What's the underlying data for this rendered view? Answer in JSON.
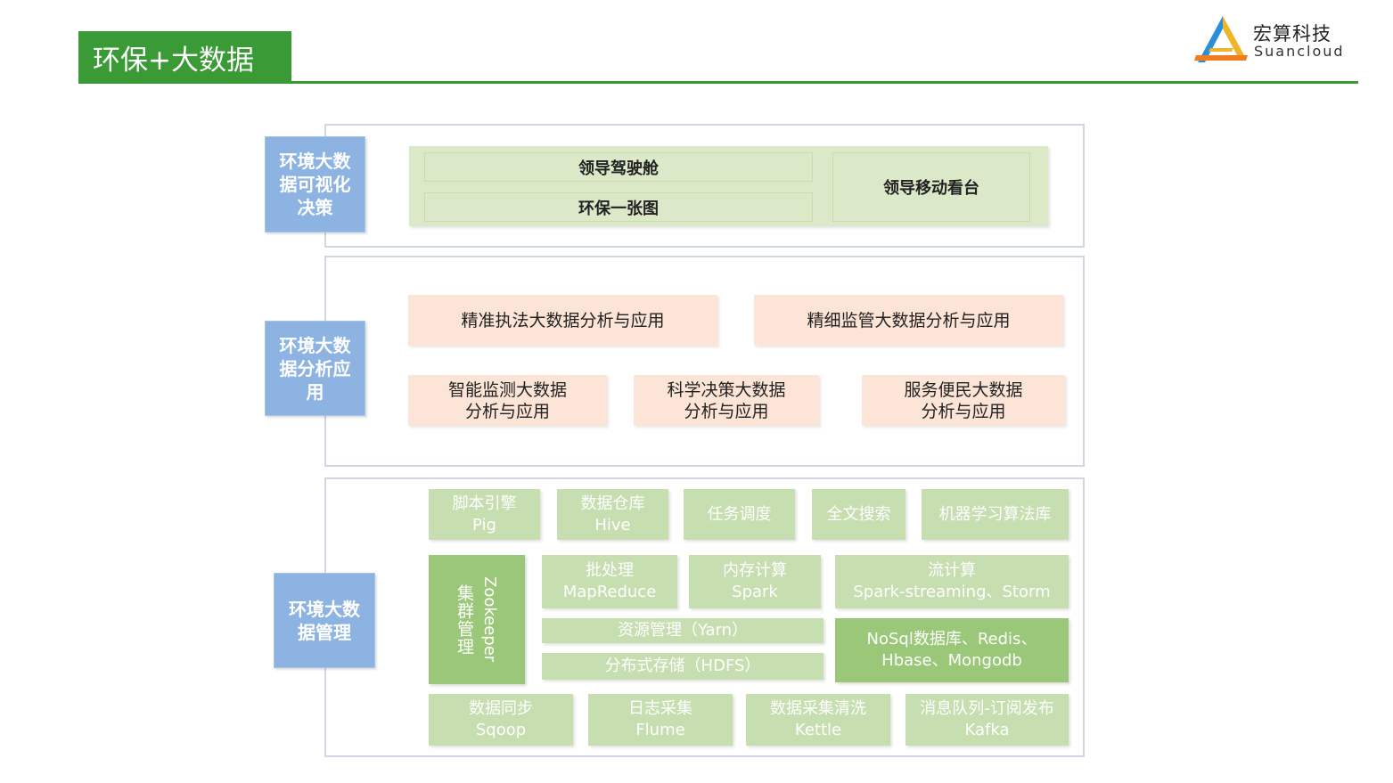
{
  "header": {
    "title": "环保+大数据",
    "logo_cn": "宏算科技",
    "logo_en": "Suancloud"
  },
  "colors": {
    "brand_green": "#3a9a35",
    "side_label_blue": "#8db3e2",
    "top_layer_green": "#dbe9c9",
    "analysis_peach": "#fce4d6",
    "platform_green_light": "#c6deb0",
    "platform_green_dark": "#9bc878"
  },
  "layers": {
    "visualization": {
      "label": "环境大数据可视化决策",
      "cockpit": "领导驾驶舱",
      "one_map": "环保一张图",
      "mobile": "领导移动看台"
    },
    "analysis": {
      "label": "环境大数据分析应用",
      "row1": [
        "精准执法大数据分析与应用",
        "精细监管大数据分析与应用"
      ],
      "row2": [
        {
          "line1": "智能监测大数据",
          "line2": "分析与应用"
        },
        {
          "line1": "科学决策大数据",
          "line2": "分析与应用"
        },
        {
          "line1": "服务便民大数据",
          "line2": "分析与应用"
        }
      ]
    },
    "management": {
      "label": "环境大数据管理",
      "tools": [
        {
          "line1": "脚本引擎",
          "line2": "Pig"
        },
        {
          "line1": "数据仓库",
          "line2": "Hive"
        },
        {
          "line1": "任务调度",
          "line2": ""
        },
        {
          "line1": "全文搜索",
          "line2": ""
        },
        {
          "line1": "机器学习算法库",
          "line2": ""
        }
      ],
      "cluster": {
        "cn": "集群管理",
        "en": "Zookeeper"
      },
      "batch": {
        "line1": "批处理",
        "line2": "MapReduce"
      },
      "memory": {
        "line1": "内存计算",
        "line2": "Spark"
      },
      "stream": {
        "line1": "流计算",
        "line2": "Spark-streaming、Storm"
      },
      "yarn": "资源管理（Yarn）",
      "hdfs": "分布式存储（HDFS）",
      "nosql": {
        "line1": "NoSql数据库、Redis、",
        "line2": "Hbase、Mongodb"
      },
      "ingest": [
        {
          "line1": "数据同步",
          "line2": "Sqoop"
        },
        {
          "line1": "日志采集",
          "line2": "Flume"
        },
        {
          "line1": "数据采集清洗",
          "line2": "Kettle"
        },
        {
          "line1": "消息队列-订阅发布",
          "line2": "Kafka"
        }
      ]
    }
  }
}
